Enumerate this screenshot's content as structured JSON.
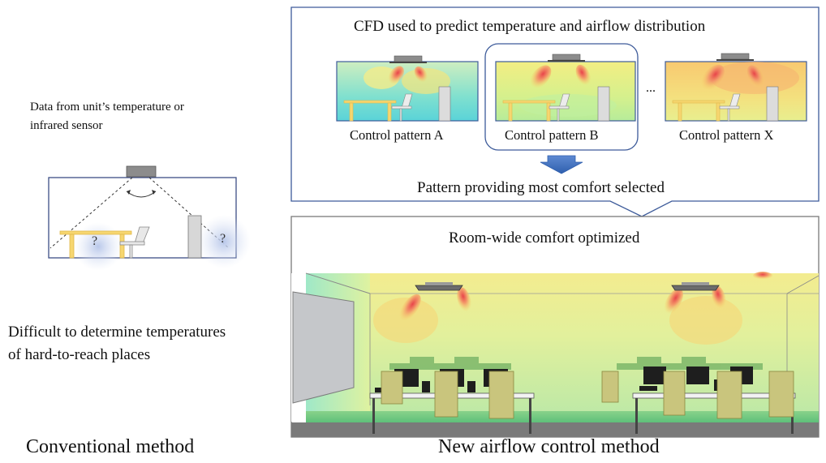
{
  "left": {
    "sensor_note": [
      "Data from unit’s temperature or",
      "infrared sensor"
    ],
    "unknown_mark": "?",
    "difficulty_note": [
      "Difficult to determine temperatures",
      "of hard-to-reach places"
    ],
    "caption": "Conventional method"
  },
  "top_panel": {
    "title": "CFD used to predict temperature and airflow distribution",
    "patterns": [
      "Control pattern A",
      "Control pattern B",
      "Control pattern X"
    ],
    "ellipsis": "...",
    "result": "Pattern providing most comfort selected"
  },
  "bottom_panel": {
    "title": "Room-wide comfort optimized"
  },
  "caption_right": "New airflow control method"
}
